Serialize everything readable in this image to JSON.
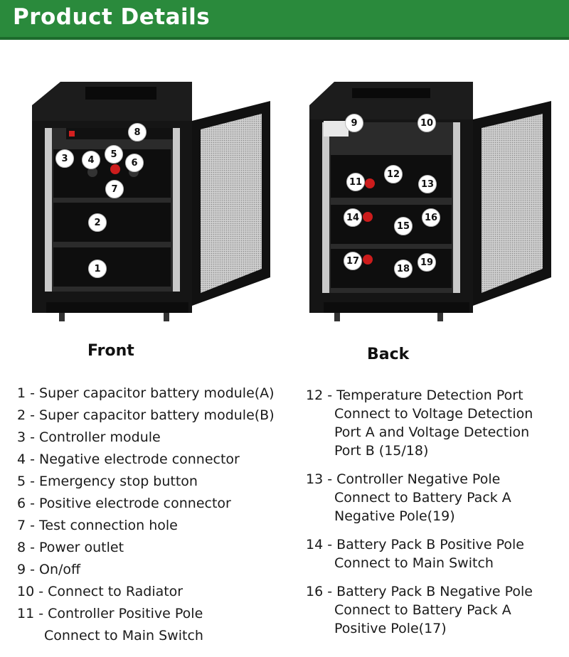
{
  "header": {
    "title": "Product Details"
  },
  "captions": {
    "front": "Front",
    "back": "Back"
  },
  "front_markers": [
    "1",
    "2",
    "3",
    "4",
    "5",
    "6",
    "7",
    "8"
  ],
  "back_markers": [
    "9",
    "10",
    "11",
    "12",
    "13",
    "14",
    "15",
    "16",
    "17",
    "18",
    "19"
  ],
  "left_list": [
    "1 - Super capacitor battery module(A)",
    "2 - Super capacitor battery module(B)",
    "3 - Controller module",
    "4 - Negative electrode connector",
    "5 - Emergency stop button",
    "6 - Positive electrode connector",
    "7 - Test connection hole",
    "8 - Power outlet",
    "9 - On/off",
    "10 - Connect to Radiator",
    "11 - Controller Positive Pole"
  ],
  "left_list_continuation": "Connect to Main Switch",
  "right_list": [
    {
      "lines": [
        "12 - Temperature Detection Port",
        "Connect to Voltage Detection",
        "Port A and Voltage Detection",
        "Port B (15/18)"
      ]
    },
    {
      "lines": [
        "13 - Controller Negative Pole",
        "Connect to Battery Pack A",
        "Negative Pole(19)"
      ]
    },
    {
      "lines": [
        "14 - Battery Pack B Positive Pole",
        "Connect to Main Switch"
      ]
    },
    {
      "lines": [
        "16 - Battery Pack B Negative Pole",
        "Connect to Battery Pack A",
        "Positive Pole(17)"
      ]
    }
  ]
}
